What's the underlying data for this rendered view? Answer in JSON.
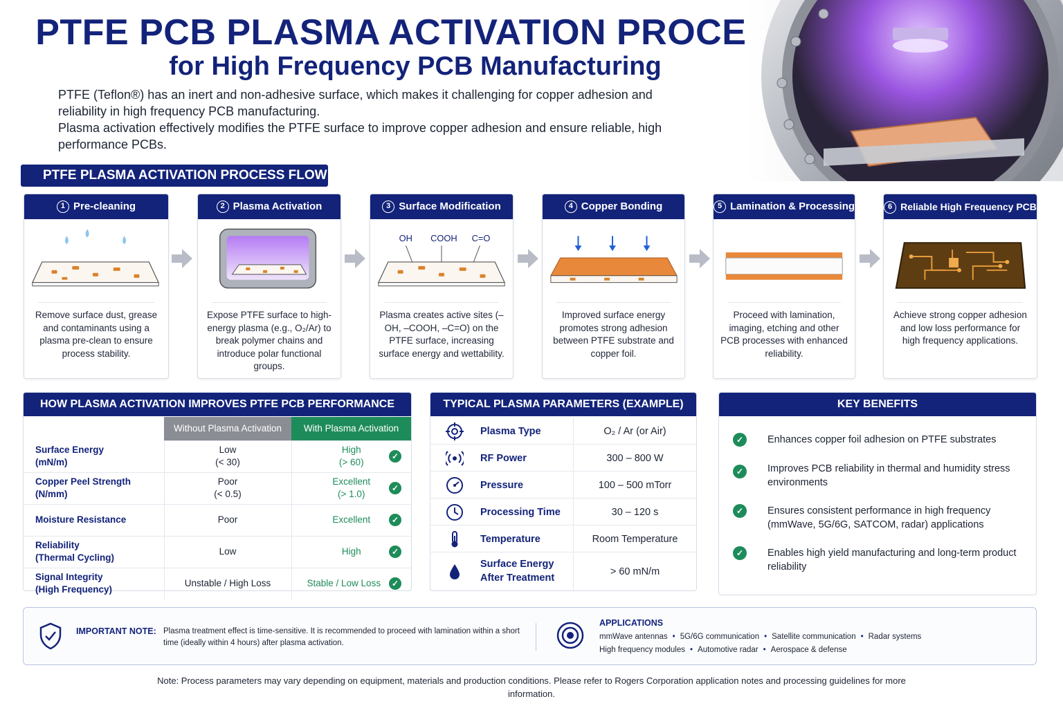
{
  "header": {
    "title": "PTFE PCB PLASMA ACTIVATION PROCESS",
    "subtitle": "for High Frequency PCB Manufacturing",
    "intro_1": "PTFE (Teflon®) has an inert and non-adhesive surface, which makes it challenging for copper adhesion and reliability in high frequency PCB manufacturing.",
    "intro_2": "Plasma activation effectively modifies the PTFE surface to improve copper adhesion and ensure reliable, high performance PCBs."
  },
  "flow": {
    "heading": "PTFE PLASMA ACTIVATION PROCESS FLOW",
    "steps": [
      {
        "num": "1",
        "title": "Pre-cleaning",
        "desc": "Remove surface dust, grease and contaminants using a plasma pre-clean to ensure process stability."
      },
      {
        "num": "2",
        "title": "Plasma Activation",
        "desc": "Expose PTFE surface to high-energy plasma (e.g., O₂/Ar) to break polymer chains and introduce polar functional groups."
      },
      {
        "num": "3",
        "title": "Surface Modification",
        "desc": "Plasma creates active sites (–OH, –COOH, –C=O) on the PTFE surface, increasing surface energy and wettability.",
        "labels": [
          "OH",
          "COOH",
          "C=O"
        ]
      },
      {
        "num": "4",
        "title": "Copper Bonding",
        "desc": "Improved surface energy promotes strong adhesion between PTFE substrate and copper foil."
      },
      {
        "num": "5",
        "title": "Lamination & Processing",
        "desc": "Proceed with lamination, imaging, etching and other PCB processes with enhanced reliability."
      },
      {
        "num": "6",
        "title": "Reliable High Frequency PCB",
        "desc": "Achieve strong copper adhesion and low loss performance for high frequency applications."
      }
    ]
  },
  "comparison": {
    "heading": "HOW PLASMA ACTIVATION IMPROVES PTFE PCB PERFORMANCE",
    "col_without": "Without Plasma Activation",
    "col_with": "With Plasma Activation",
    "rows": [
      {
        "property": "Surface Energy",
        "unit": "(mN/m)",
        "without": "Low",
        "without_sub": "(< 30)",
        "with": "High",
        "with_sub": "(> 60)"
      },
      {
        "property": "Copper Peel Strength",
        "unit": "(N/mm)",
        "without": "Poor",
        "without_sub": "(< 0.5)",
        "with": "Excellent",
        "with_sub": "(> 1.0)"
      },
      {
        "property": "Moisture Resistance",
        "unit": "",
        "without": "Poor",
        "without_sub": "",
        "with": "Excellent",
        "with_sub": ""
      },
      {
        "property": "Reliability",
        "unit": "(Thermal Cycling)",
        "without": "Low",
        "without_sub": "",
        "with": "High",
        "with_sub": ""
      },
      {
        "property": "Signal Integrity",
        "unit": "(High Frequency)",
        "without": "Unstable / High Loss",
        "without_sub": "",
        "with": "Stable / Low Loss",
        "with_sub": ""
      }
    ]
  },
  "parameters": {
    "heading": "TYPICAL PLASMA PARAMETERS (EXAMPLE)",
    "rows": [
      {
        "icon": "target-icon",
        "name": "Plasma Type",
        "value": "O₂ / Ar (or Air)"
      },
      {
        "icon": "rf-wave-icon",
        "name": "RF Power",
        "value": "300 – 800 W"
      },
      {
        "icon": "gauge-icon",
        "name": "Pressure",
        "value": "100 – 500 mTorr"
      },
      {
        "icon": "clock-icon",
        "name": "Processing Time",
        "value": "30 – 120 s"
      },
      {
        "icon": "thermometer-icon",
        "name": "Temperature",
        "value": "Room Temperature"
      },
      {
        "icon": "droplet-icon",
        "name": "Surface Energy After Treatment",
        "value": "> 60 mN/m"
      }
    ]
  },
  "benefits": {
    "heading": "KEY BENEFITS",
    "items": [
      "Enhances copper foil adhesion on PTFE substrates",
      "Improves PCB reliability in thermal and humidity stress environments",
      "Ensures consistent performance in high frequency (mmWave, 5G/6G, SATCOM, radar) applications",
      "Enables high yield manufacturing and long-term product reliability"
    ]
  },
  "note": {
    "label": "IMPORTANT NOTE:",
    "text": "Plasma treatment effect is time-sensitive. It is recommended to proceed with lamination within a short time (ideally within 4 hours) after plasma activation."
  },
  "applications": {
    "title": "APPLICATIONS",
    "line1": [
      "mmWave antennas",
      "5G/6G communication",
      "Satellite communication",
      "Radar systems"
    ],
    "line2": [
      "High frequency modules",
      "Automotive radar",
      "Aerospace & defense"
    ]
  },
  "footnote": "Note: Process parameters may vary depending on equipment, materials and production conditions. Please refer to Rogers Corporation application notes and processing guidelines for more information.",
  "colors": {
    "navy": "#13237a",
    "green": "#1e8c5a",
    "gray_header": "#8a8d94",
    "copper": "#d9822b",
    "plasma_purple": "#a45cf0"
  }
}
